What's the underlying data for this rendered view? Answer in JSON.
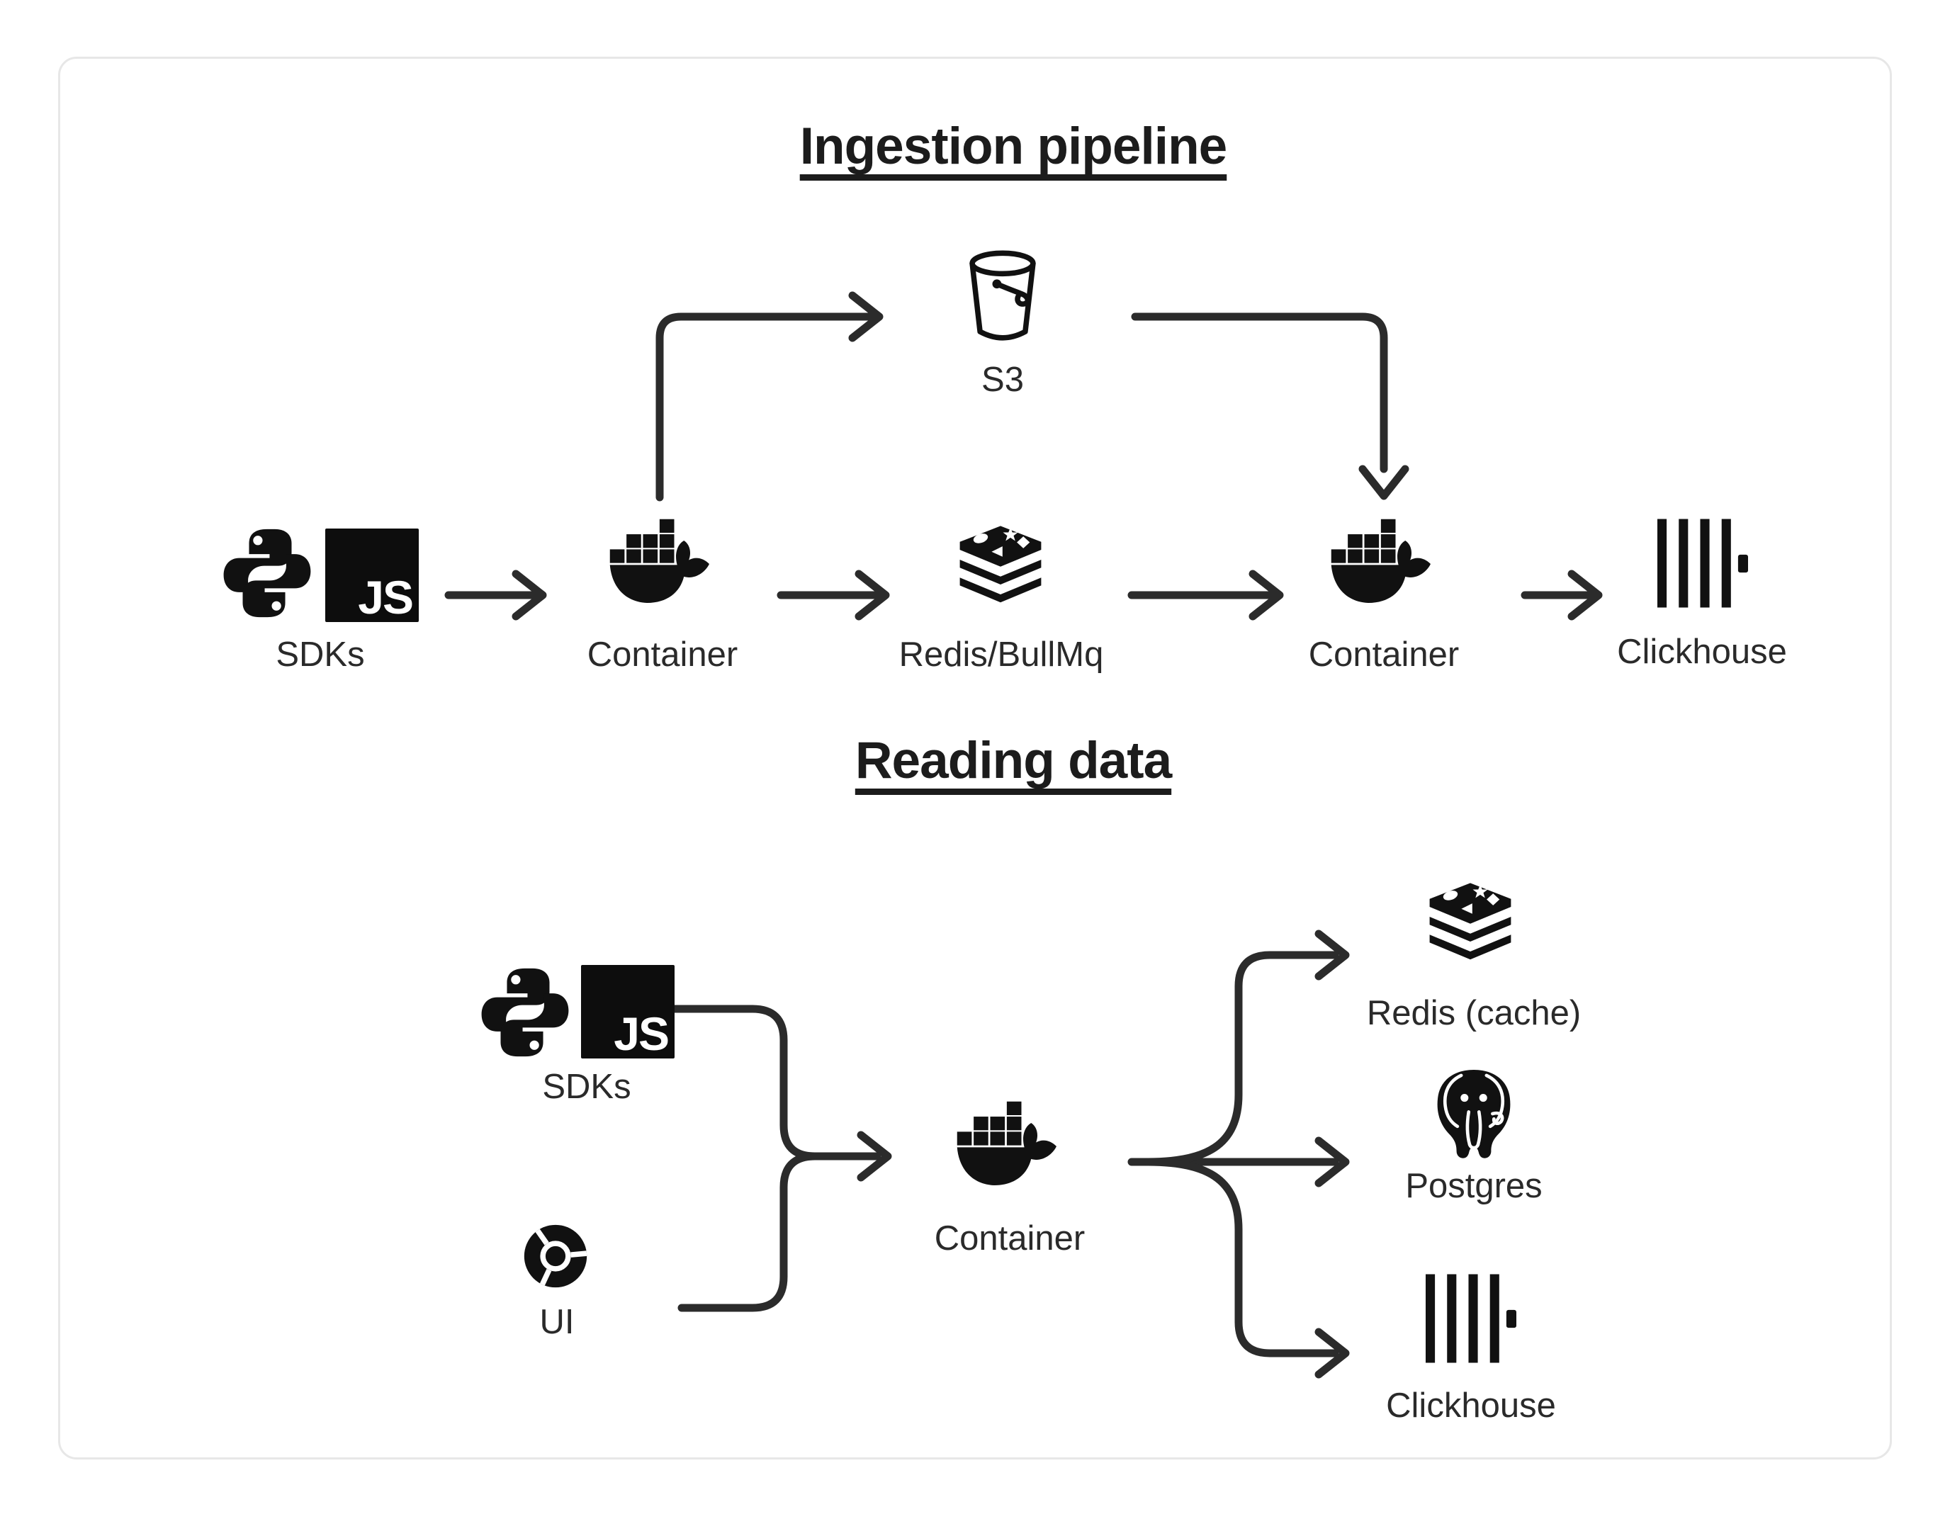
{
  "meta": {
    "kind": "architecture-diagram"
  },
  "colors": {
    "background": "#ffffff",
    "card_border": "#e7e7e7",
    "ink": "#111111",
    "label_text": "#2a2a2a",
    "arrow": "#2b2b2b"
  },
  "ingestion": {
    "title": "Ingestion pipeline",
    "sdks_label": "SDKs",
    "ingest_container_label": "Container",
    "s3_label": "S3",
    "queue_label": "Redis/BullMq",
    "worker_container_label": "Container",
    "warehouse_label": "Clickhouse"
  },
  "reading": {
    "title": "Reading data",
    "sdks_label": "SDKs",
    "ui_label": "UI",
    "api_container_label": "Container",
    "cache_label": "Redis (cache)",
    "postgres_label": "Postgres",
    "warehouse_label": "Clickhouse"
  },
  "icons": {
    "js_glyph": "JS",
    "names": [
      "python-icon",
      "javascript-icon",
      "docker-icon",
      "s3-bucket-icon",
      "redis-icon",
      "clickhouse-icon",
      "chrome-icon",
      "postgres-icon"
    ]
  }
}
